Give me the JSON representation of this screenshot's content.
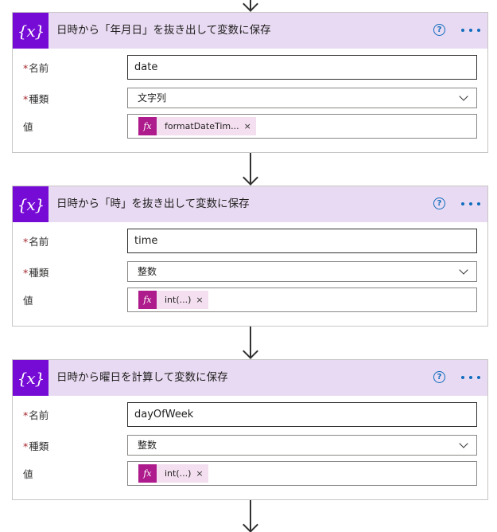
{
  "cards": [
    {
      "title": "日時から「年月日」を抜き出して変数に保存",
      "name_label": "名前",
      "name_value": "date",
      "type_label": "種類",
      "type_value": "文字列",
      "value_label": "値",
      "token_label": "formatDateTim...",
      "token_close": "×"
    },
    {
      "title": "日時から「時」を抜き出して変数に保存",
      "name_label": "名前",
      "name_value": "time",
      "type_label": "種類",
      "type_value": "整数",
      "value_label": "値",
      "token_label": "int(...)",
      "token_close": "×"
    },
    {
      "title": "日時から曜日を計算して変数に保存",
      "name_label": "名前",
      "name_value": "dayOfWeek",
      "type_label": "種類",
      "type_value": "整数",
      "value_label": "値",
      "token_label": "int(...)",
      "token_close": "×"
    }
  ],
  "icons": {
    "variable_glyph": "{x}",
    "fx_glyph": "fx",
    "help_glyph": "?",
    "required_mark": "*"
  },
  "colors": {
    "header_bg": "#e8daf2",
    "variable_icon_bg": "#770bd6",
    "fx_icon_bg": "#ae1b8c",
    "token_bg": "#f4dff0",
    "accent_blue": "#0f6cbd",
    "required_red": "#a4262c"
  }
}
